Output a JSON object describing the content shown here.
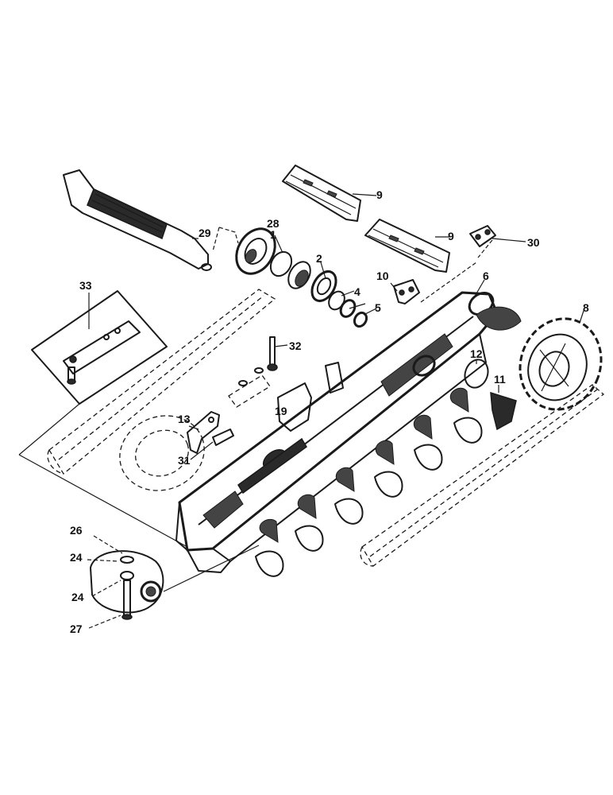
{
  "callouts": {
    "c1": "1",
    "c2": "2",
    "c4": "4",
    "c5": "5",
    "c6": "6",
    "c8": "8",
    "c9a": "9",
    "c9b": "9",
    "c10": "10",
    "c11": "11",
    "c12": "12",
    "c13": "13",
    "c19": "19",
    "c24a": "24",
    "c24b": "24",
    "c26": "26",
    "c27": "27",
    "c28": "28",
    "c29": "29",
    "c30": "30",
    "c31": "31",
    "c32": "32",
    "c33": "33"
  }
}
